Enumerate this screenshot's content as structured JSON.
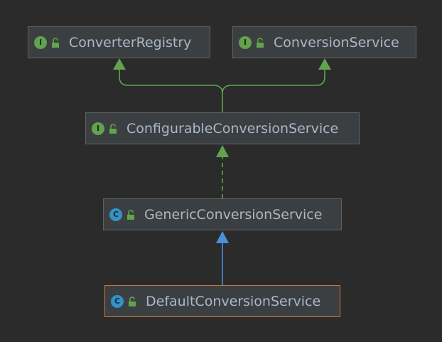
{
  "diagram": {
    "colors": {
      "background": "#2b2b2b",
      "node_fill": "#3c3f41",
      "node_border": "#5e6264",
      "selected_border": "#c5773c",
      "interface_badge": "#62a34d",
      "class_badge": "#3592c4",
      "extends_interface_edge": "#62a34d",
      "extends_class_edge": "#4d8fd9",
      "text": "#a9b7c6"
    },
    "nodes": {
      "converter_registry": {
        "label": "ConverterRegistry",
        "kind": "interface",
        "badge": "I",
        "icon": "interface-icon"
      },
      "conversion_service": {
        "label": "ConversionService",
        "kind": "interface",
        "badge": "I",
        "icon": "interface-icon"
      },
      "configurable_conversion_service": {
        "label": "ConfigurableConversionService",
        "kind": "interface",
        "badge": "I",
        "icon": "interface-icon"
      },
      "generic_conversion_service": {
        "label": "GenericConversionService",
        "kind": "class",
        "badge": "C",
        "icon": "class-icon"
      },
      "default_conversion_service": {
        "label": "DefaultConversionService",
        "kind": "class",
        "badge": "C",
        "icon": "class-icon",
        "selected": true
      }
    },
    "edges": [
      {
        "from": "configurable_conversion_service",
        "to": "converter_registry",
        "type": "extends-interface",
        "style": "solid"
      },
      {
        "from": "configurable_conversion_service",
        "to": "conversion_service",
        "type": "extends-interface",
        "style": "solid"
      },
      {
        "from": "generic_conversion_service",
        "to": "configurable_conversion_service",
        "type": "implements",
        "style": "dashed"
      },
      {
        "from": "default_conversion_service",
        "to": "generic_conversion_service",
        "type": "extends-class",
        "style": "solid"
      }
    ]
  }
}
